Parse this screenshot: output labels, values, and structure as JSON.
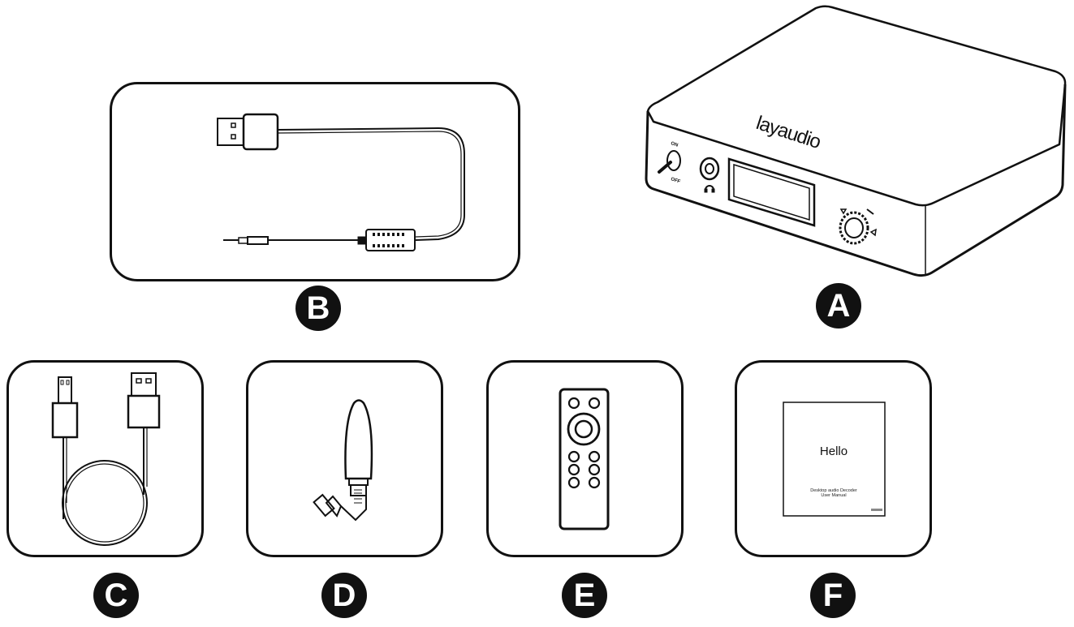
{
  "items": {
    "a": {
      "badge": "A",
      "brand": "layaudio",
      "switch_on": "ON",
      "switch_off": "OFF"
    },
    "b": {
      "badge": "B"
    },
    "c": {
      "badge": "C"
    },
    "d": {
      "badge": "D"
    },
    "e": {
      "badge": "E"
    },
    "f": {
      "badge": "F",
      "manual_title": "Hello",
      "manual_line1": "Desktop audio Decoder",
      "manual_line2": "User Manual"
    }
  }
}
